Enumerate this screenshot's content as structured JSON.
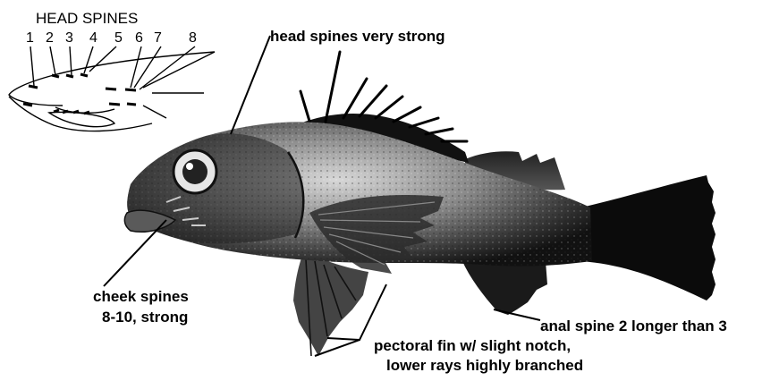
{
  "head_spines": {
    "title": "HEAD SPINES",
    "numbers": [
      "1",
      "2",
      "3",
      "4",
      "5",
      "6",
      "7",
      "8"
    ]
  },
  "labels": {
    "head_spines_strong": "head spines very strong",
    "cheek_line1": "cheek spines",
    "cheek_line2": "8-10, strong",
    "anal_spine": "anal spine 2 longer than 3",
    "pectoral_line1": "pectoral fin w/ slight notch,",
    "pectoral_line2": "lower rays highly branched"
  }
}
